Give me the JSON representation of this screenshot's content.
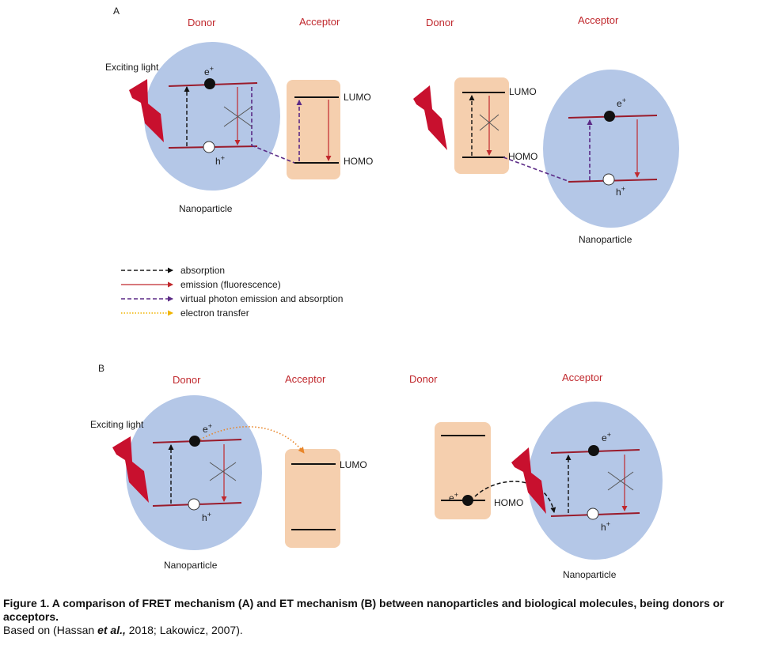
{
  "panels": {
    "a": {
      "letter": "A",
      "left_pair": {
        "donor_label": "Donor",
        "acceptor_label": "Acceptor",
        "light_label": "Exciting light",
        "electron_label": "e",
        "electron_sup": "+",
        "hole_label": "h",
        "hole_sup": "+",
        "nanoparticle_label": "Nanoparticle",
        "lumo_label": "LUMO",
        "homo_label": "HOMO"
      },
      "right_pair": {
        "donor_label": "Donor",
        "acceptor_label": "Acceptor",
        "lumo_label": "LUMO",
        "homo_label": "HOMO",
        "electron_label": "e",
        "electron_sup": "+",
        "hole_label": "h",
        "hole_sup": "+",
        "nanoparticle_label": "Nanoparticle"
      }
    },
    "b": {
      "letter": "B",
      "left_pair": {
        "donor_label": "Donor",
        "acceptor_label": "Acceptor",
        "light_label": "Exciting light",
        "electron_label": "e",
        "electron_sup": "+",
        "hole_label": "h",
        "hole_sup": "+",
        "nanoparticle_label": "Nanoparticle",
        "lumo_label": "LUMO"
      },
      "right_pair": {
        "donor_label": "Donor",
        "acceptor_label": "Acceptor",
        "electron_label": "e",
        "electron_sup": "+",
        "homo_label": "HOMO",
        "hole_label": "h",
        "hole_sup": "+",
        "nanoparticle_label": "Nanoparticle"
      }
    }
  },
  "legend": [
    {
      "label": "absorption",
      "color": "#1a1a1a",
      "style": "dashed"
    },
    {
      "label": "emission (fluorescence)",
      "color": "#c0282d",
      "style": "solid"
    },
    {
      "label": "virtual photon emission and absorption",
      "color": "#5b2a86",
      "style": "dashed"
    },
    {
      "label": "electron transfer",
      "color": "#f0b400",
      "style": "dotted"
    }
  ],
  "caption": {
    "title": "Figure 1. A comparison of FRET mechanism (A) and ET mechanism (B) between nanoparticles and biological molecules, being donors or acceptors.",
    "source_prefix": "Based on (Hassan ",
    "source_em": "et al.,",
    "source_suffix": " 2018; Lakowicz, 2007)."
  },
  "colors": {
    "nanoparticle_fill": "#b4c7e7",
    "molecule_fill": "#f5cfae",
    "level_red": "#9a1b2b",
    "level_black": "#111111",
    "lightning": "#c8102e",
    "label_red": "#c0282d",
    "virtual_photon": "#5b2a86",
    "electron_transfer": "#e8862a"
  }
}
